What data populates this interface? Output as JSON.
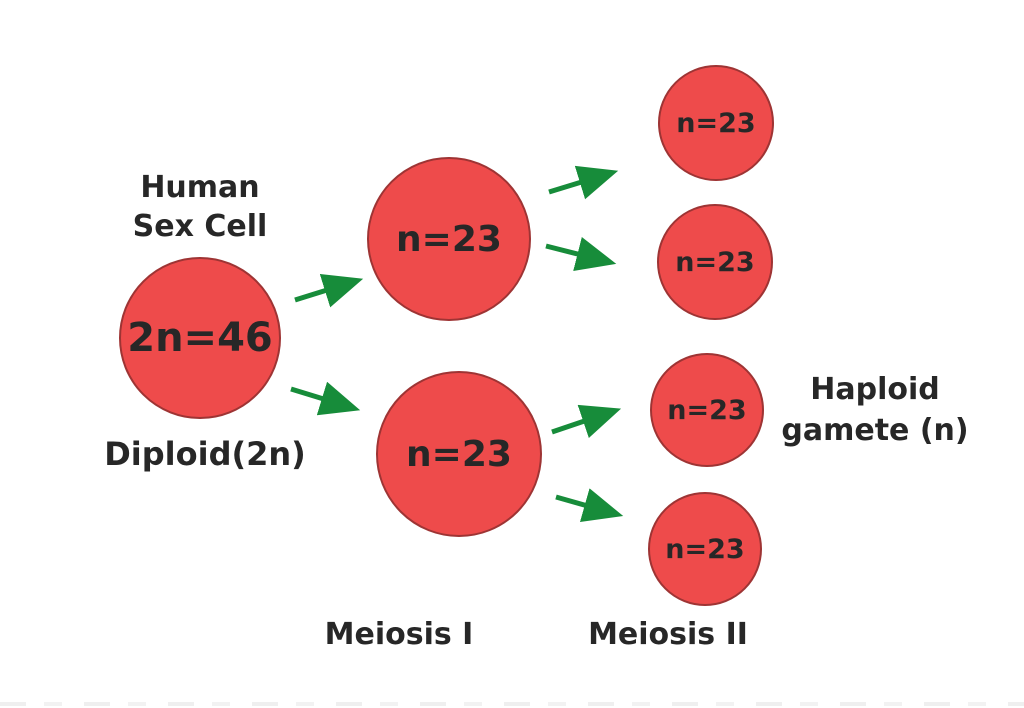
{
  "diagram": {
    "title_lines": [
      "Human",
      "Sex Cell"
    ],
    "cells": {
      "diploid": {
        "label": "2n=46"
      },
      "meiosis1_top": {
        "label": "n=23"
      },
      "meiosis1_bottom": {
        "label": "n=23"
      },
      "gamete_1": {
        "label": "n=23"
      },
      "gamete_2": {
        "label": "n=23"
      },
      "gamete_3": {
        "label": "n=23"
      },
      "gamete_4": {
        "label": "n=23"
      }
    },
    "labels": {
      "diploid_caption": "Diploid(2n)",
      "stage1": "Meiosis I",
      "stage2": "Meiosis II",
      "haploid_line1": "Haploid",
      "haploid_line2": "gamete (n)"
    },
    "colors": {
      "cell_fill": "#ee4b4b",
      "cell_border": "#9e3434",
      "arrow": "#178c3a",
      "text": "#272727",
      "background": "#ffffff"
    }
  }
}
